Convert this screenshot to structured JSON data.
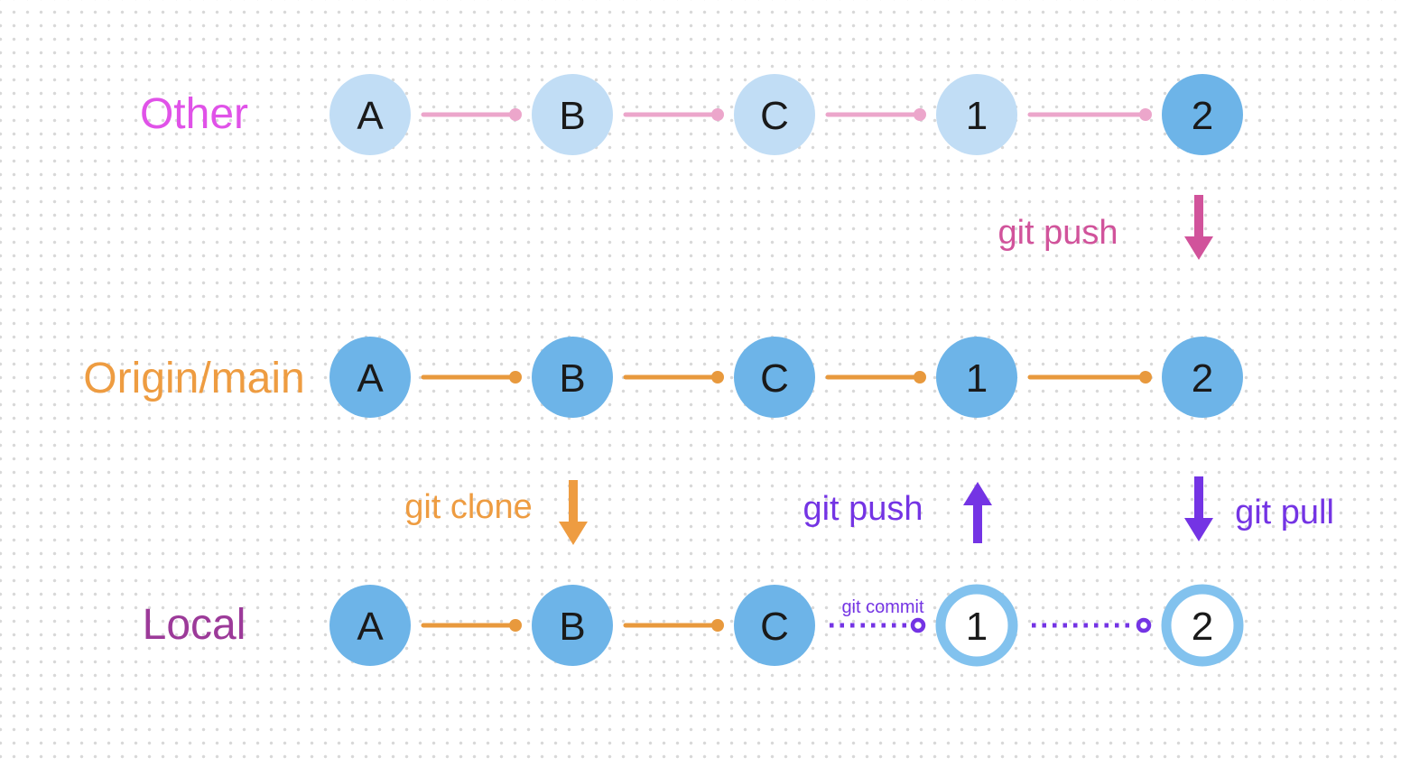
{
  "colors": {
    "background": "#ffffff",
    "grid_dot": "#d8d8d8",
    "magenta": "#e052e8",
    "orange": "#e8993d",
    "pink_line": "#eca6cb",
    "pink_strong": "#d1539b",
    "purple": "#7434e4",
    "local_purple": "#9c3a99"
  },
  "node_colors": {
    "filled": "#6db4e8",
    "light": "#c1ddf5",
    "ring": "#82c2ee",
    "text": "#1a1a1a"
  },
  "rows": [
    {
      "label": "Other",
      "label_color": "#e052e8",
      "nodes": [
        {
          "label": "A",
          "style": "light"
        },
        {
          "label": "B",
          "style": "light"
        },
        {
          "label": "C",
          "style": "light"
        },
        {
          "label": "1",
          "style": "light"
        },
        {
          "label": "2",
          "style": "filled"
        }
      ],
      "edges": [
        {
          "style": "solid",
          "color": "#eca6cb"
        },
        {
          "style": "solid",
          "color": "#eca6cb"
        },
        {
          "style": "solid",
          "color": "#eca6cb"
        },
        {
          "style": "solid",
          "color": "#eca6cb"
        }
      ]
    },
    {
      "label": "Origin/main",
      "label_color": "#ee9c41",
      "nodes": [
        {
          "label": "A",
          "style": "filled"
        },
        {
          "label": "B",
          "style": "filled"
        },
        {
          "label": "C",
          "style": "filled"
        },
        {
          "label": "1",
          "style": "filled"
        },
        {
          "label": "2",
          "style": "filled"
        }
      ],
      "edges": [
        {
          "style": "solid",
          "color": "#e8993d"
        },
        {
          "style": "solid",
          "color": "#e8993d"
        },
        {
          "style": "solid",
          "color": "#e8993d"
        },
        {
          "style": "solid",
          "color": "#e8993d"
        }
      ]
    },
    {
      "label": "Local",
      "label_color": "#9c3a99",
      "nodes": [
        {
          "label": "A",
          "style": "filled"
        },
        {
          "label": "B",
          "style": "filled"
        },
        {
          "label": "C",
          "style": "filled"
        },
        {
          "label": "1",
          "style": "ring"
        },
        {
          "label": "2",
          "style": "ring"
        }
      ],
      "edges": [
        {
          "style": "solid",
          "color": "#e8993d"
        },
        {
          "style": "solid",
          "color": "#e8993d"
        },
        {
          "style": "dotted",
          "color": "#7434e4",
          "label": "git commit"
        },
        {
          "style": "dotted",
          "color": "#7434e4"
        }
      ]
    }
  ],
  "vertical_arrows": [
    {
      "label": "git push",
      "direction": "down",
      "color": "#d1539b",
      "label_side": "left"
    },
    {
      "label": "git clone",
      "direction": "down",
      "color": "#ee9c41",
      "label_side": "left"
    },
    {
      "label": "git push",
      "direction": "up",
      "color": "#7434e4",
      "label_side": "left"
    },
    {
      "label": "git pull",
      "direction": "down",
      "color": "#7434e4",
      "label_side": "right"
    }
  ]
}
